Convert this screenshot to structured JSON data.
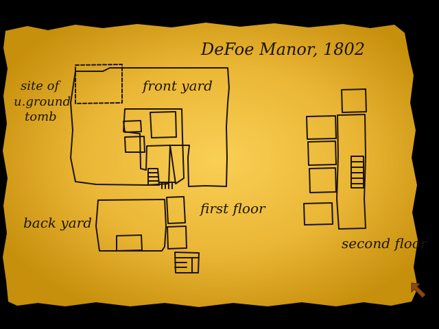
{
  "map": {
    "title": "DeFoe Manor, 1802",
    "labels": {
      "site_line1": "site of",
      "site_line2": "u.ground",
      "site_line3": "tomb",
      "front_yard": "front yard",
      "first_floor": "first floor",
      "back_yard": "back yard",
      "second_floor": "second floor"
    }
  },
  "cursor": {
    "icon": "arrow-cursor-icon",
    "color": "#8b4a17"
  },
  "colors": {
    "parchment_center": "#f7c84a",
    "parchment_edge": "#c9940e",
    "ink": "#1c140a",
    "background": "#000000"
  }
}
